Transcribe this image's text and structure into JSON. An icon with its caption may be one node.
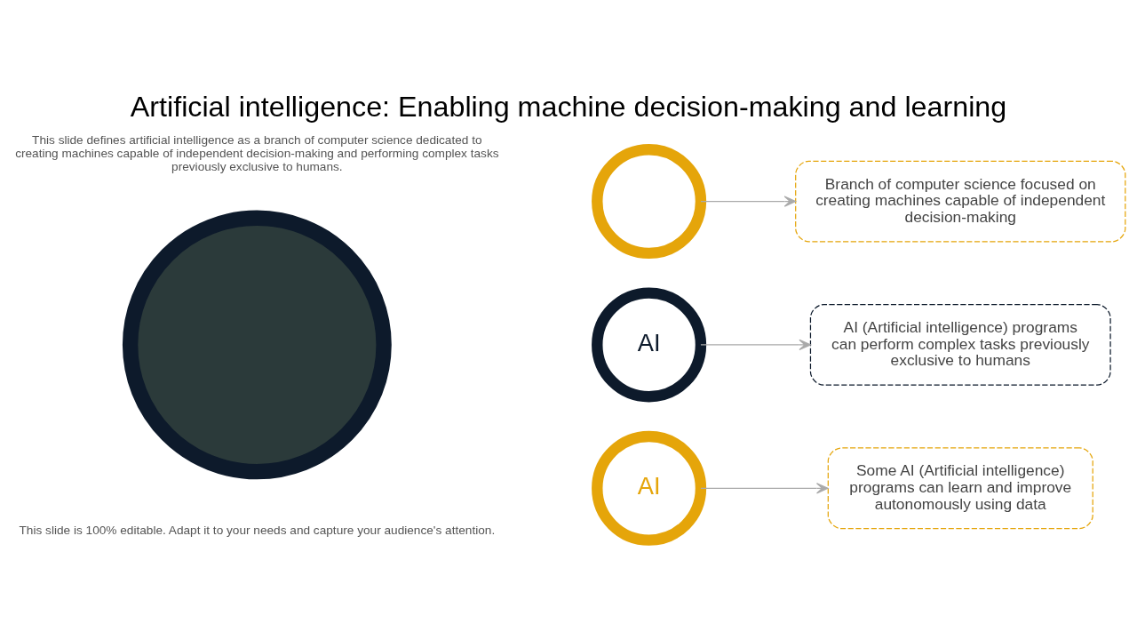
{
  "diagram": {
    "title": "Artificial intelligence: Enabling machine decision-making and learning",
    "nodes": [
      {
        "text": [],
        "shape": "circle"
      },
      {
        "text": [],
        "shape": "circle"
      },
      {
        "text": [
          "Branch of computer science focused on creating machines capable of independent decision-making"
        ]
      },
      {
        "text": [
          "AI"
        ]
      },
      {
        "text": [
          "AI (Artificial intelligence) programs can perform complex tasks previously exclusive to humans"
        ]
      },
      {
        "text": [
          "AI"
        ]
      },
      {
        "text": [
          "Some AI (Artificial intelligence) programs can learn and improve autonomously using data"
        ]
      }
    ],
    "edges": [
      {
        "from": 1,
        "to": 2,
        "arrow": "to"
      },
      {
        "from": 3,
        "to": 4,
        "arrow": "to"
      },
      {
        "from": 5,
        "to": 6,
        "arrow": "to"
      }
    ],
    "labels": [
      "This slide defines artificial intelligence as a branch of computer science dedicated to creating machines capable of independent decision-making and performing complex tasks previously exclusive to humans.",
      "This slide is 100% editable. Adapt it to your needs and capture your audience's attention."
    ]
  }
}
